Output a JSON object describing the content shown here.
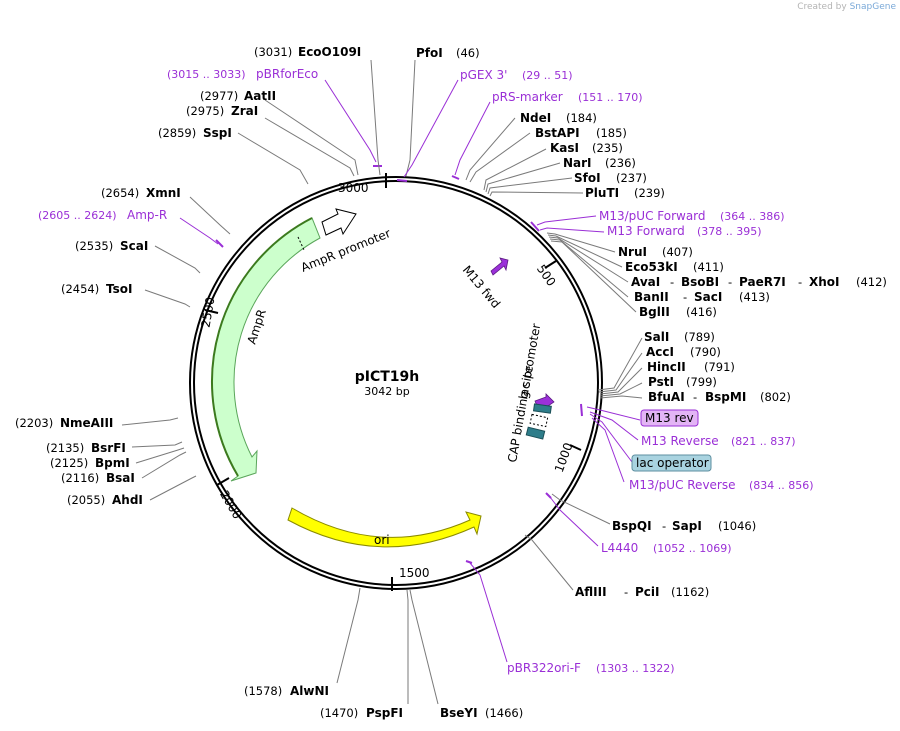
{
  "credit": {
    "prefix": "Created by",
    "brand": "SnapGene"
  },
  "plasmid": {
    "name": "pICT19h",
    "length": "3042 bp"
  },
  "ticks": [
    "3000",
    "500",
    "1000",
    "1500",
    "2000",
    "2500"
  ],
  "enzymes_top": [
    {
      "pos": "(3031)",
      "name": "EcoO109I"
    },
    {
      "pos": "(46)",
      "name": "PfoI"
    },
    {
      "pos": "(2977)",
      "name": "AatII"
    },
    {
      "pos": "(2975)",
      "name": "ZraI"
    },
    {
      "pos": "(2859)",
      "name": "SspI"
    },
    {
      "pos": "(2654)",
      "name": "XmnI"
    },
    {
      "pos": "(2535)",
      "name": "ScaI"
    },
    {
      "pos": "(2454)",
      "name": "TsoI"
    }
  ],
  "enzymes_right": [
    {
      "name": "NdeI",
      "pos": "(184)"
    },
    {
      "name": "BstAPI",
      "pos": "(185)"
    },
    {
      "name": "KasI",
      "pos": "(235)"
    },
    {
      "name": "NarI",
      "pos": "(236)"
    },
    {
      "name": "SfoI",
      "pos": "(237)"
    },
    {
      "name": "PluTI",
      "pos": "(239)"
    },
    {
      "name": "NruI",
      "pos": "(407)"
    },
    {
      "name": "Eco53kI",
      "pos": "(411)"
    },
    {
      "name": "AvaI",
      "sep": "-",
      "name2": "BsoBI",
      "name3": "PaeR7I",
      "name4": "XhoI",
      "pos": "(412)"
    },
    {
      "name": "BanII",
      "sep": "-",
      "name2": "SacI",
      "pos": "(413)"
    },
    {
      "name": "BglII",
      "pos": "(416)"
    },
    {
      "name": "SalI",
      "pos": "(789)"
    },
    {
      "name": "AccI",
      "pos": "(790)"
    },
    {
      "name": "HincII",
      "pos": "(791)"
    },
    {
      "name": "PstI",
      "pos": "(799)"
    },
    {
      "name": "BfuAI",
      "name2": "BspMI",
      "pos": "(802)"
    },
    {
      "name": "BspQI",
      "name2": "SapI",
      "pos": "(1046)"
    },
    {
      "name": "AflIII",
      "name2": "PciI",
      "pos": "(1162)"
    }
  ],
  "enzymes_left": [
    {
      "pos": "(2203)",
      "name": "NmeAIII"
    },
    {
      "pos": "(2135)",
      "name": "BsrFI"
    },
    {
      "pos": "(2125)",
      "name": "BpmI"
    },
    {
      "pos": "(2116)",
      "name": "BsaI"
    },
    {
      "pos": "(2055)",
      "name": "AhdI"
    }
  ],
  "enzymes_bottom": [
    {
      "pos": "(1578)",
      "name": "AlwNI"
    },
    {
      "pos": "(1470)",
      "name": "PspFI"
    },
    {
      "name": "BseYI",
      "pos": "(1466)"
    }
  ],
  "primers": [
    {
      "range": "(3015 .. 3033)",
      "name": "pBRforEco"
    },
    {
      "name": "pGEX 3'",
      "range": "(29 .. 51)"
    },
    {
      "name": "pRS-marker",
      "range": "(151 .. 170)"
    },
    {
      "range": "(2605 .. 2624)",
      "name": "Amp-R"
    },
    {
      "name": "M13/pUC Forward",
      "range": "(364 .. 386)"
    },
    {
      "name": "M13 Forward",
      "range": "(378 .. 395)"
    },
    {
      "name": "M13 Reverse",
      "range": "(821 .. 837)"
    },
    {
      "name": "M13/pUC Reverse",
      "range": "(834 .. 856)"
    },
    {
      "name": "L4440",
      "range": "(1052 .. 1069)"
    },
    {
      "name": "pBR322ori-F",
      "range": "(1303 .. 1322)"
    }
  ],
  "boxed": [
    {
      "name": "M13 rev",
      "color": "#e3b4f5",
      "border": "#9a2fd6"
    },
    {
      "name": "lac operator",
      "color": "#a9d3e0",
      "border": "#5e8fa0"
    }
  ],
  "features": {
    "ampr": "AmpR",
    "ampr_promoter": "AmpR promoter",
    "ori": "ori",
    "m13_fwd": "M13 fwd",
    "lac_promoter": "lac promoter",
    "cap_site": "CAP binding site"
  },
  "colors": {
    "ampr_fill": "#ccffcc",
    "ampr_promoter_fill": "#ffffff",
    "ori_fill": "#ffff00",
    "primer": "#9a2fd6",
    "lac": "#2e7d8a"
  }
}
